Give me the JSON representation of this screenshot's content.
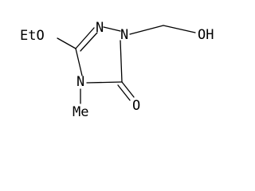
{
  "molecule": {
    "atoms": {
      "n1": "N",
      "n2": "N",
      "n4": "N",
      "ethoxy": "EtO",
      "oh": "OH",
      "methyl": "Me",
      "carbonyl_o": "O"
    }
  }
}
